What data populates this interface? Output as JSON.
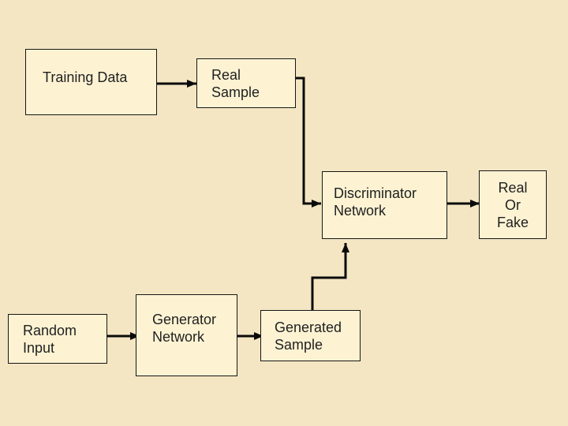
{
  "diagram": {
    "type": "flowchart",
    "nodes": [
      {
        "id": "training-data",
        "label": "Training Data"
      },
      {
        "id": "real-sample",
        "label": "Real\nSample"
      },
      {
        "id": "discriminator-network",
        "label": "Discriminator\nNetwork"
      },
      {
        "id": "real-or-fake",
        "label": "Real\nOr\nFake"
      },
      {
        "id": "random-input",
        "label": "Random\nInput"
      },
      {
        "id": "generator-network",
        "label": "Generator\nNetwork"
      },
      {
        "id": "generated-sample",
        "label": "Generated\nSample"
      }
    ],
    "edges": [
      {
        "from": "training-data",
        "to": "real-sample"
      },
      {
        "from": "real-sample",
        "to": "discriminator-network"
      },
      {
        "from": "discriminator-network",
        "to": "real-or-fake"
      },
      {
        "from": "random-input",
        "to": "generator-network"
      },
      {
        "from": "generator-network",
        "to": "generated-sample"
      },
      {
        "from": "generated-sample",
        "to": "discriminator-network"
      }
    ]
  },
  "colors": {
    "background": "#f4e6c3",
    "node_fill": "#fdf3d3",
    "node_border": "#161616",
    "arrow": "#0a0a0a",
    "text_color": "#1f1f1f"
  }
}
